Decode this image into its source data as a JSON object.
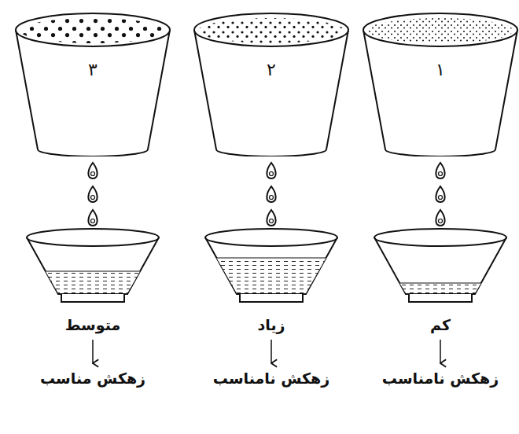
{
  "diagram": {
    "nodes": [
      {
        "text": [
          "۱"
        ]
      },
      {
        "text": [
          "۲"
        ]
      },
      {
        "text": [
          "۳"
        ]
      }
    ],
    "labels": [
      "کم",
      "زهکش نامناسب",
      "زیاد",
      "زهکش نامناسب",
      "متوسط",
      "زهکش مناسب"
    ]
  }
}
